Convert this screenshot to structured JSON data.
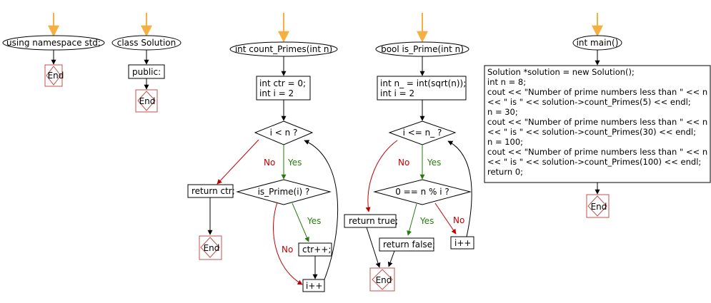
{
  "colors": {
    "start_arrow": "#f5b042",
    "yes": "#2a7a12",
    "no": "#c00000",
    "end_border": "#c0504d",
    "line": "#000000"
  },
  "global": {
    "using_namespace": "using namespace std;",
    "end": "End"
  },
  "solution_class": {
    "title": "class Solution",
    "public_label": "public:",
    "end": "End"
  },
  "count_primes": {
    "title": "int count_Primes(int n)",
    "init": [
      "int ctr = 0;",
      "int i = 2"
    ],
    "loop_condition": "i < n ?",
    "call_condition": "is_Prime(i) ?",
    "return_stmt": "return ctr;",
    "increment_ctr": "ctr++;",
    "increment_i": "i++",
    "yes": "Yes",
    "no": "No",
    "end": "End"
  },
  "is_prime": {
    "title": "bool is_Prime(int n)",
    "init": [
      "int n_ = int(sqrt(n));",
      "int i = 2"
    ],
    "loop_condition": "i <= n_ ?",
    "mod_condition": "0 == n % i ?",
    "return_true": "return true;",
    "return_false": "return false;",
    "increment_i": "i++",
    "yes": "Yes",
    "no": "No",
    "end": "End"
  },
  "main": {
    "title": "int main()",
    "code_lines": [
      "Solution *solution = new Solution();",
      "int n = 8;",
      "cout << \"Number of prime numbers less than \" << n",
      "<< \" is \" << solution->count_Primes(5) << endl;",
      "n = 30;",
      "cout << \"Number of prime numbers less than \" << n",
      "<< \" is \" << solution->count_Primes(30) << endl;",
      "n = 100;",
      "cout << \"Number of prime numbers less than \" << n",
      "<< \" is \" << solution->count_Primes(100) << endl;",
      "return 0;"
    ],
    "end": "End"
  }
}
